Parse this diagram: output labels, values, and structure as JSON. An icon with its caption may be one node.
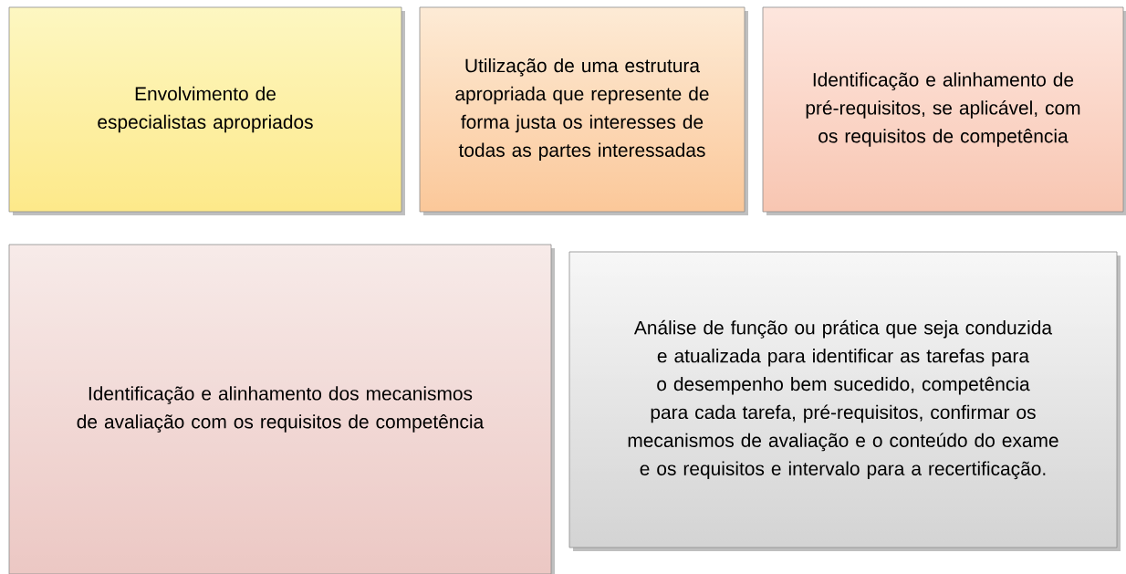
{
  "diagram": {
    "nodes": [
      {
        "text": [
          "Envolvimento de especialistas apropriados"
        ]
      },
      {
        "text": [
          "Utilização de uma estrutura apropriada que represente de forma justa os interesses de todas as partes interessadas"
        ]
      },
      {
        "text": [
          "Identificação e alinhamento de pré-requisitos, se aplicável, com os requisitos de competência"
        ]
      },
      {
        "text": [
          "Identificação e alinhamento dos mecanismos de avaliação com os requisitos de competência"
        ]
      },
      {
        "text": [
          "Análise de função ou prática que seja conduzida e atualizada para identificar as tarefas para o desempenho bem sucedido, competência para cada tarefa, pré-requisitos, confirmar os mecanismos de avaliação e o conteúdo do exame e os requisitos e intervalo para a recertificação."
        ]
      }
    ]
  }
}
